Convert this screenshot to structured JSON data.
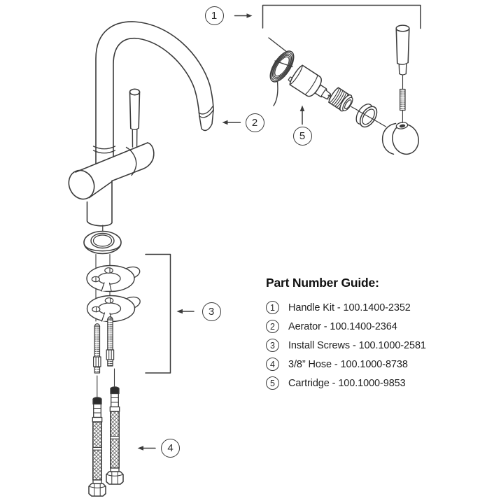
{
  "colors": {
    "line": "#3b3b3b",
    "text": "#1d1d1f",
    "background": "#ffffff"
  },
  "callouts": {
    "c1": "1",
    "c2": "2",
    "c3": "3",
    "c4": "4",
    "c5": "5"
  },
  "legend": {
    "title": "Part Number Guide:",
    "items": [
      {
        "number": "1",
        "text": "Handle Kit - 100.1400-2352"
      },
      {
        "number": "2",
        "text": "Aerator - 100.1400-2364"
      },
      {
        "number": "3",
        "text": "Install Screws - 100.1000-2581"
      },
      {
        "number": "4",
        "text": "3/8” Hose - 100.1000-8738"
      },
      {
        "number": "5",
        "text": "Cartridge - 100.1000-9853"
      }
    ]
  }
}
